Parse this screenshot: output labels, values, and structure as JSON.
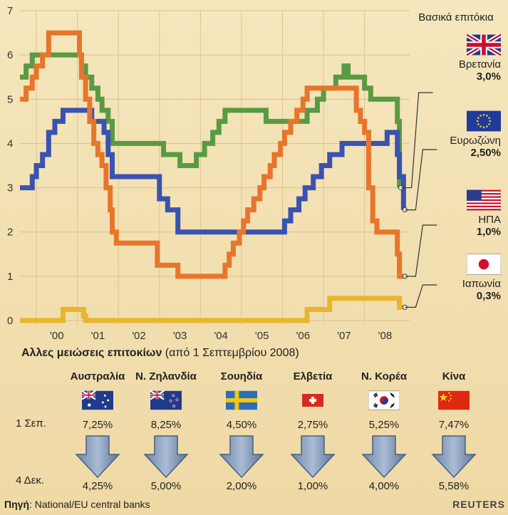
{
  "chart_data": {
    "type": "line",
    "xlabels": [
      "'00",
      "'01",
      "'02",
      "'03",
      "'04",
      "'05",
      "'06",
      "'07",
      "'08"
    ],
    "yticks": [
      "0",
      "1",
      "2",
      "3",
      "4",
      "5",
      "6",
      "7"
    ],
    "ylim": [
      0,
      7
    ],
    "xlim": [
      1999.6,
      2009.1
    ],
    "series": [
      {
        "name": "Βρετανία",
        "color": "#5a9a42",
        "points": [
          [
            1999.6,
            5.5
          ],
          [
            1999.75,
            5.75
          ],
          [
            1999.9,
            6.0
          ],
          [
            2000.1,
            6.0
          ],
          [
            2000.7,
            6.0
          ],
          [
            2000.85,
            6.0
          ],
          [
            2001.1,
            5.75
          ],
          [
            2001.2,
            5.5
          ],
          [
            2001.35,
            5.25
          ],
          [
            2001.5,
            5.0
          ],
          [
            2001.6,
            4.75
          ],
          [
            2001.75,
            4.5
          ],
          [
            2001.85,
            4.0
          ],
          [
            2002.5,
            4.0
          ],
          [
            2003.0,
            4.0
          ],
          [
            2003.1,
            3.75
          ],
          [
            2003.5,
            3.5
          ],
          [
            2003.8,
            3.5
          ],
          [
            2003.9,
            3.75
          ],
          [
            2004.1,
            4.0
          ],
          [
            2004.3,
            4.25
          ],
          [
            2004.45,
            4.5
          ],
          [
            2004.6,
            4.75
          ],
          [
            2005.5,
            4.75
          ],
          [
            2005.6,
            4.5
          ],
          [
            2006.5,
            4.5
          ],
          [
            2006.6,
            4.75
          ],
          [
            2006.85,
            5.0
          ],
          [
            2007.0,
            5.25
          ],
          [
            2007.3,
            5.5
          ],
          [
            2007.5,
            5.75
          ],
          [
            2007.6,
            5.5
          ],
          [
            2007.85,
            5.5
          ],
          [
            2008.0,
            5.25
          ],
          [
            2008.15,
            5.0
          ],
          [
            2008.75,
            5.0
          ],
          [
            2008.8,
            4.5
          ],
          [
            2008.85,
            3.0
          ]
        ]
      },
      {
        "name": "Ευρωζώνη",
        "color": "#3a52b0",
        "points": [
          [
            1999.6,
            3.0
          ],
          [
            1999.8,
            3.0
          ],
          [
            1999.9,
            3.25
          ],
          [
            2000.0,
            3.5
          ],
          [
            2000.15,
            3.75
          ],
          [
            2000.3,
            4.25
          ],
          [
            2000.45,
            4.5
          ],
          [
            2000.65,
            4.75
          ],
          [
            2001.2,
            4.75
          ],
          [
            2001.35,
            4.5
          ],
          [
            2001.65,
            4.25
          ],
          [
            2001.75,
            3.75
          ],
          [
            2001.85,
            3.25
          ],
          [
            2002.9,
            3.25
          ],
          [
            2003.0,
            2.75
          ],
          [
            2003.2,
            2.5
          ],
          [
            2003.45,
            2.0
          ],
          [
            2005.9,
            2.0
          ],
          [
            2006.05,
            2.25
          ],
          [
            2006.2,
            2.5
          ],
          [
            2006.4,
            2.75
          ],
          [
            2006.55,
            3.0
          ],
          [
            2006.75,
            3.25
          ],
          [
            2006.95,
            3.5
          ],
          [
            2007.15,
            3.75
          ],
          [
            2007.45,
            4.0
          ],
          [
            2008.5,
            4.0
          ],
          [
            2008.55,
            4.25
          ],
          [
            2008.75,
            4.25
          ],
          [
            2008.8,
            3.75
          ],
          [
            2008.85,
            3.25
          ],
          [
            2008.95,
            2.5
          ]
        ]
      },
      {
        "name": "ΗΠΑ",
        "color": "#e7752c",
        "points": [
          [
            1999.6,
            5.0
          ],
          [
            1999.75,
            5.25
          ],
          [
            1999.9,
            5.5
          ],
          [
            2000.0,
            5.75
          ],
          [
            2000.15,
            6.0
          ],
          [
            2000.3,
            6.5
          ],
          [
            2000.9,
            6.5
          ],
          [
            2001.05,
            6.0
          ],
          [
            2001.1,
            5.5
          ],
          [
            2001.2,
            5.0
          ],
          [
            2001.3,
            4.5
          ],
          [
            2001.4,
            4.0
          ],
          [
            2001.5,
            3.75
          ],
          [
            2001.6,
            3.5
          ],
          [
            2001.7,
            3.0
          ],
          [
            2001.8,
            2.5
          ],
          [
            2001.85,
            2.0
          ],
          [
            2001.95,
            1.75
          ],
          [
            2002.85,
            1.75
          ],
          [
            2002.95,
            1.25
          ],
          [
            2003.45,
            1.0
          ],
          [
            2004.45,
            1.0
          ],
          [
            2004.6,
            1.25
          ],
          [
            2004.7,
            1.5
          ],
          [
            2004.8,
            1.75
          ],
          [
            2004.95,
            2.0
          ],
          [
            2005.05,
            2.25
          ],
          [
            2005.15,
            2.5
          ],
          [
            2005.3,
            2.75
          ],
          [
            2005.45,
            3.0
          ],
          [
            2005.55,
            3.25
          ],
          [
            2005.7,
            3.5
          ],
          [
            2005.8,
            3.75
          ],
          [
            2005.95,
            4.0
          ],
          [
            2006.05,
            4.25
          ],
          [
            2006.2,
            4.5
          ],
          [
            2006.35,
            4.75
          ],
          [
            2006.5,
            5.0
          ],
          [
            2006.6,
            5.25
          ],
          [
            2007.7,
            5.25
          ],
          [
            2007.8,
            4.75
          ],
          [
            2007.9,
            4.5
          ],
          [
            2008.0,
            4.25
          ],
          [
            2008.1,
            3.0
          ],
          [
            2008.2,
            2.25
          ],
          [
            2008.3,
            2.0
          ],
          [
            2008.75,
            2.0
          ],
          [
            2008.8,
            1.5
          ],
          [
            2008.85,
            1.0
          ],
          [
            2008.95,
            1.0
          ]
        ]
      },
      {
        "name": "Ιαπωνία",
        "color": "#e8b52d",
        "points": [
          [
            1999.6,
            0.0
          ],
          [
            2000.6,
            0.0
          ],
          [
            2000.65,
            0.25
          ],
          [
            2001.05,
            0.25
          ],
          [
            2001.15,
            0.1
          ],
          [
            2001.2,
            0.0
          ],
          [
            2006.5,
            0.0
          ],
          [
            2006.6,
            0.25
          ],
          [
            2007.1,
            0.25
          ],
          [
            2007.15,
            0.5
          ],
          [
            2008.75,
            0.5
          ],
          [
            2008.85,
            0.3
          ],
          [
            2008.95,
            0.3
          ]
        ]
      }
    ]
  },
  "legend": {
    "title": "Βασικά επιτόκια",
    "items": [
      {
        "name": "Βρετανία",
        "rate": "3,0%",
        "flag": "uk-flag-icon"
      },
      {
        "name": "Ευρωζώνη",
        "rate": "2,50%",
        "flag": "eu-flag-icon"
      },
      {
        "name": "ΗΠΑ",
        "rate": "1,0%",
        "flag": "us-flag-icon"
      },
      {
        "name": "Ιαπωνία",
        "rate": "0,3%",
        "flag": "japan-flag-icon"
      }
    ]
  },
  "cuts": {
    "title_bold": "Αλλες μειώσεις επιτοκίων",
    "title_rest": " (από 1 Σεπτεμβρίου 2008)",
    "row1_label": "1 Σεπ.",
    "row2_label": "4 Δεκ.",
    "countries": [
      {
        "name": "Αυστραλία",
        "from": "7,25%",
        "to": "4,25%",
        "flag": "australia-flag-icon"
      },
      {
        "name": "Ν. Ζηλανδία",
        "from": "8,25%",
        "to": "5,00%",
        "flag": "new-zealand-flag-icon"
      },
      {
        "name": "Σουηδία",
        "from": "4,50%",
        "to": "2,00%",
        "flag": "sweden-flag-icon"
      },
      {
        "name": "Ελβετία",
        "from": "2,75%",
        "to": "1,00%",
        "flag": "switzerland-flag-icon"
      },
      {
        "name": "Ν. Κορέα",
        "from": "5,25%",
        "to": "4,00%",
        "flag": "south-korea-flag-icon"
      },
      {
        "name": "Κίνα",
        "from": "7,47%",
        "to": "5,58%",
        "flag": "china-flag-icon"
      }
    ]
  },
  "source": {
    "label": "Πηγή",
    "text": ": National/EU central banks"
  },
  "credit": "REUTERS"
}
